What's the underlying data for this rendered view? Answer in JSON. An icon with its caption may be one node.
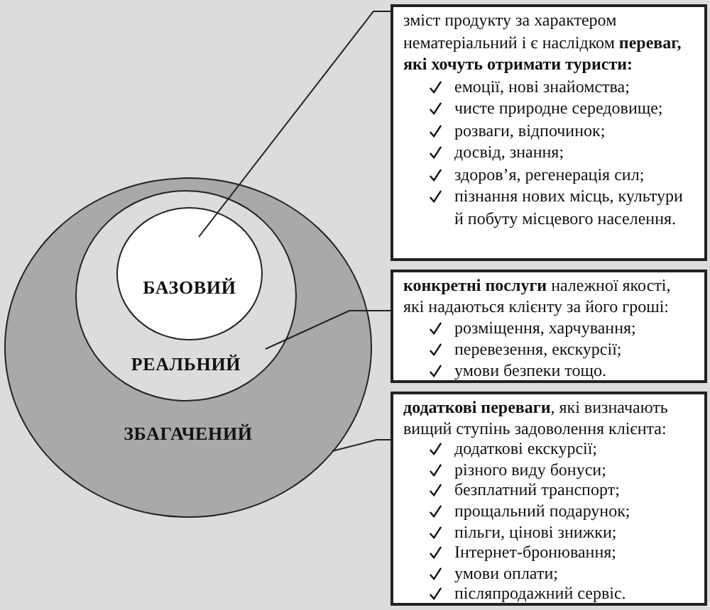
{
  "diagram": {
    "nodes": [
      {
        "text": [
          "ЗБАГАЧЕНИЙ"
        ]
      },
      {
        "text": [
          "РЕАЛЬНИЙ"
        ],
        "in": 0
      },
      {
        "text": [
          "БАЗОВИЙ"
        ],
        "in": 1
      },
      {
        "text": [
          "зміст продукту за характером нематеріальний і є наслідком **переваг, які хочуть отримати туристи:**",
          "емоції, нові знайомства;",
          "чисте природне середовище;",
          "розваги, відпочинок;",
          "досвід, знання;",
          "здоров’я, регенерація сил;",
          "пізнання нових місць, культури й побуту місцевого населення."
        ]
      },
      {
        "text": [
          "**конкретні послуги** належної якості, які надаються клієнту за його гроші:",
          "розміщення, харчування;",
          "перевезення, екскурсії;",
          "умови безпеки тощо."
        ]
      },
      {
        "text": [
          "**додаткові переваги**, які визначають вищий ступінь задоволення клієнта:",
          "додаткові екскурсії;",
          "різного виду бонуси;",
          "безплатний транспорт;",
          "прощальний подарунок;",
          "пільги, цінові знижки;",
          "Інтернет-бронювання;",
          "умови оплати;",
          "післяпродажний сервіс."
        ]
      }
    ],
    "edges": [
      {
        "from": 3,
        "to": 2,
        "arrow": "none"
      },
      {
        "from": 4,
        "to": 1,
        "arrow": "none"
      },
      {
        "from": 5,
        "to": 0,
        "arrow": "none"
      }
    ]
  }
}
